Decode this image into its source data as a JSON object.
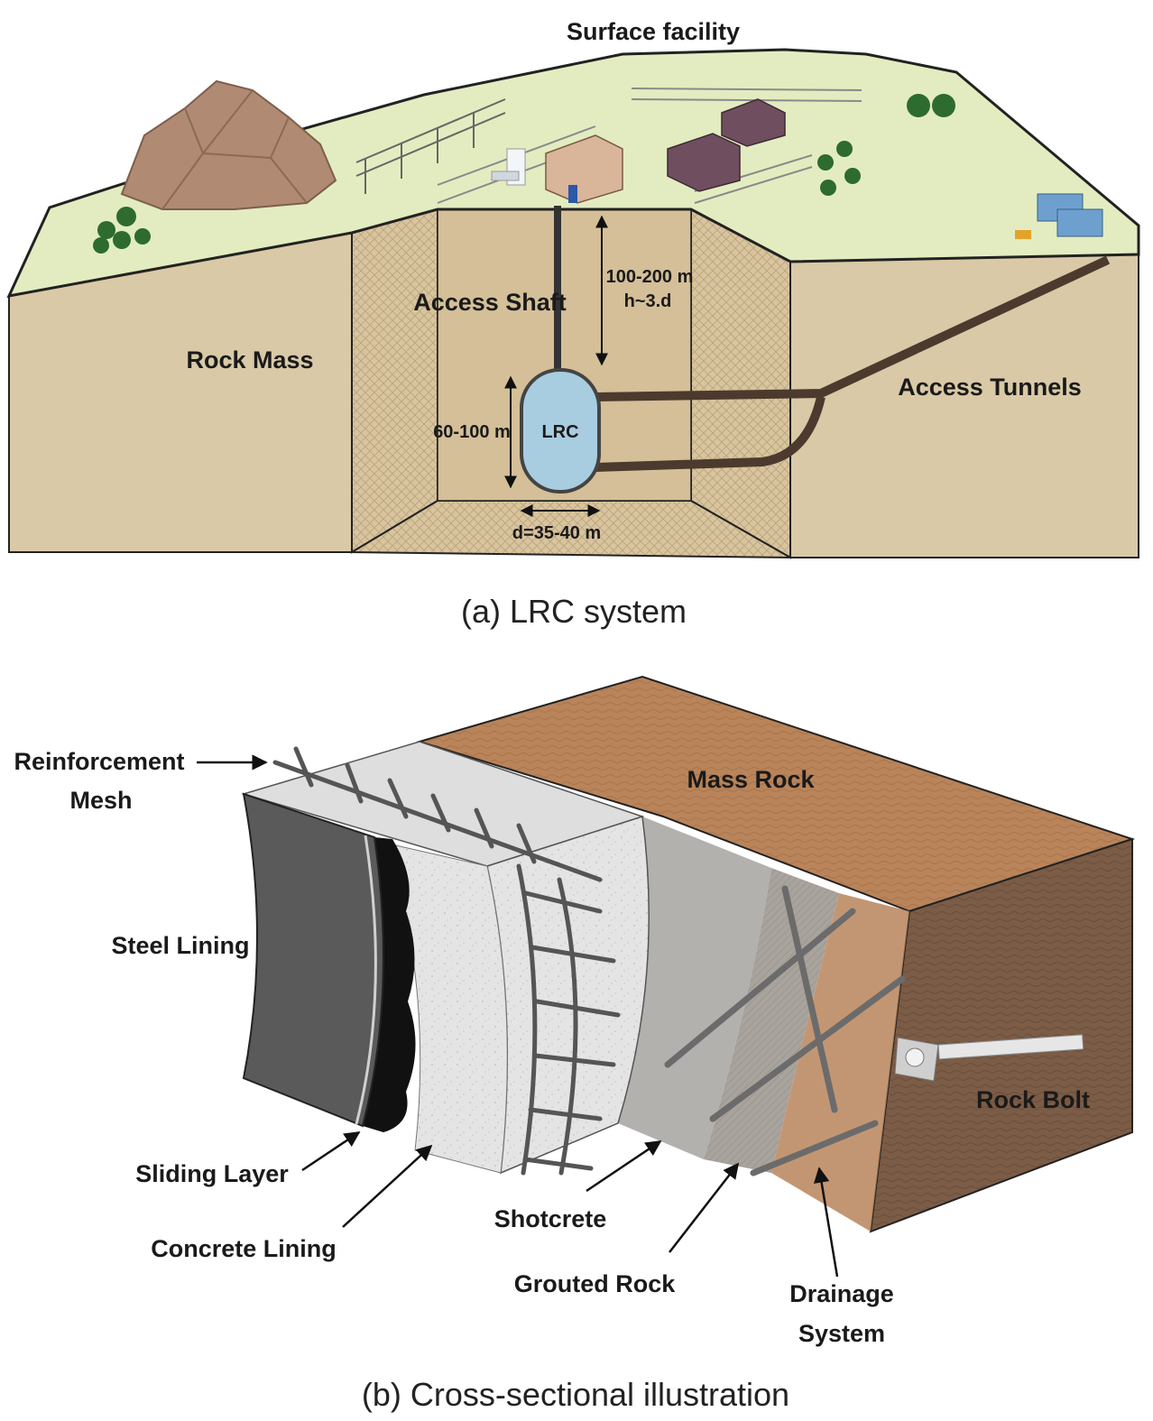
{
  "panel_a": {
    "caption": "(a) LRC system",
    "labels": {
      "surface_facility": "Surface facility",
      "rock_mass": "Rock Mass",
      "access_shaft": "Access Shaft",
      "access_tunnels": "Access Tunnels",
      "lrc": "LRC",
      "depth_range": "100-200 m",
      "depth_ratio": "h~3.d",
      "height_range": "60-100 m",
      "diameter": "d=35-40 m"
    }
  },
  "panel_b": {
    "caption": "(b) Cross-sectional illustration",
    "labels": {
      "reinforcement_1": "Reinforcement",
      "reinforcement_2": "Mesh",
      "mass_rock": "Mass Rock",
      "steel_lining": "Steel Lining",
      "rock_bolt": "Rock Bolt",
      "sliding_layer": "Sliding Layer",
      "concrete_lining": "Concrete Lining",
      "shotcrete": "Shotcrete",
      "grouted_rock": "Grouted Rock",
      "drainage_1": "Drainage",
      "drainage_2": "System"
    }
  },
  "colors": {
    "ground": "#d9c9a6",
    "grass": "#e3ecc0",
    "hatch": "#cdb891",
    "lrc_fill": "#a9cde0",
    "mass_rock": "#b9845a",
    "rock_side": "#7a5b45",
    "steel": "#555555",
    "concrete": "#e6e6e6"
  }
}
